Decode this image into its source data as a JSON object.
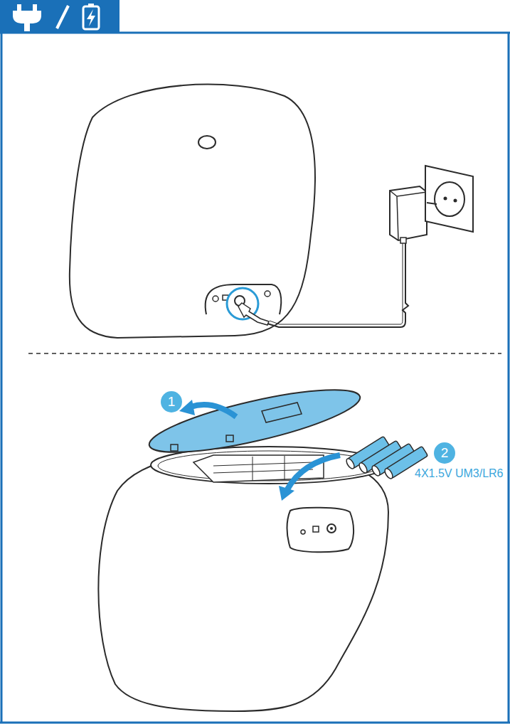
{
  "diagram": {
    "nodes": [
      {
        "text": [
          "1"
        ]
      },
      {
        "text": [
          "2"
        ]
      }
    ],
    "labels": [
      "4X1.5V UM3/LR6"
    ]
  }
}
